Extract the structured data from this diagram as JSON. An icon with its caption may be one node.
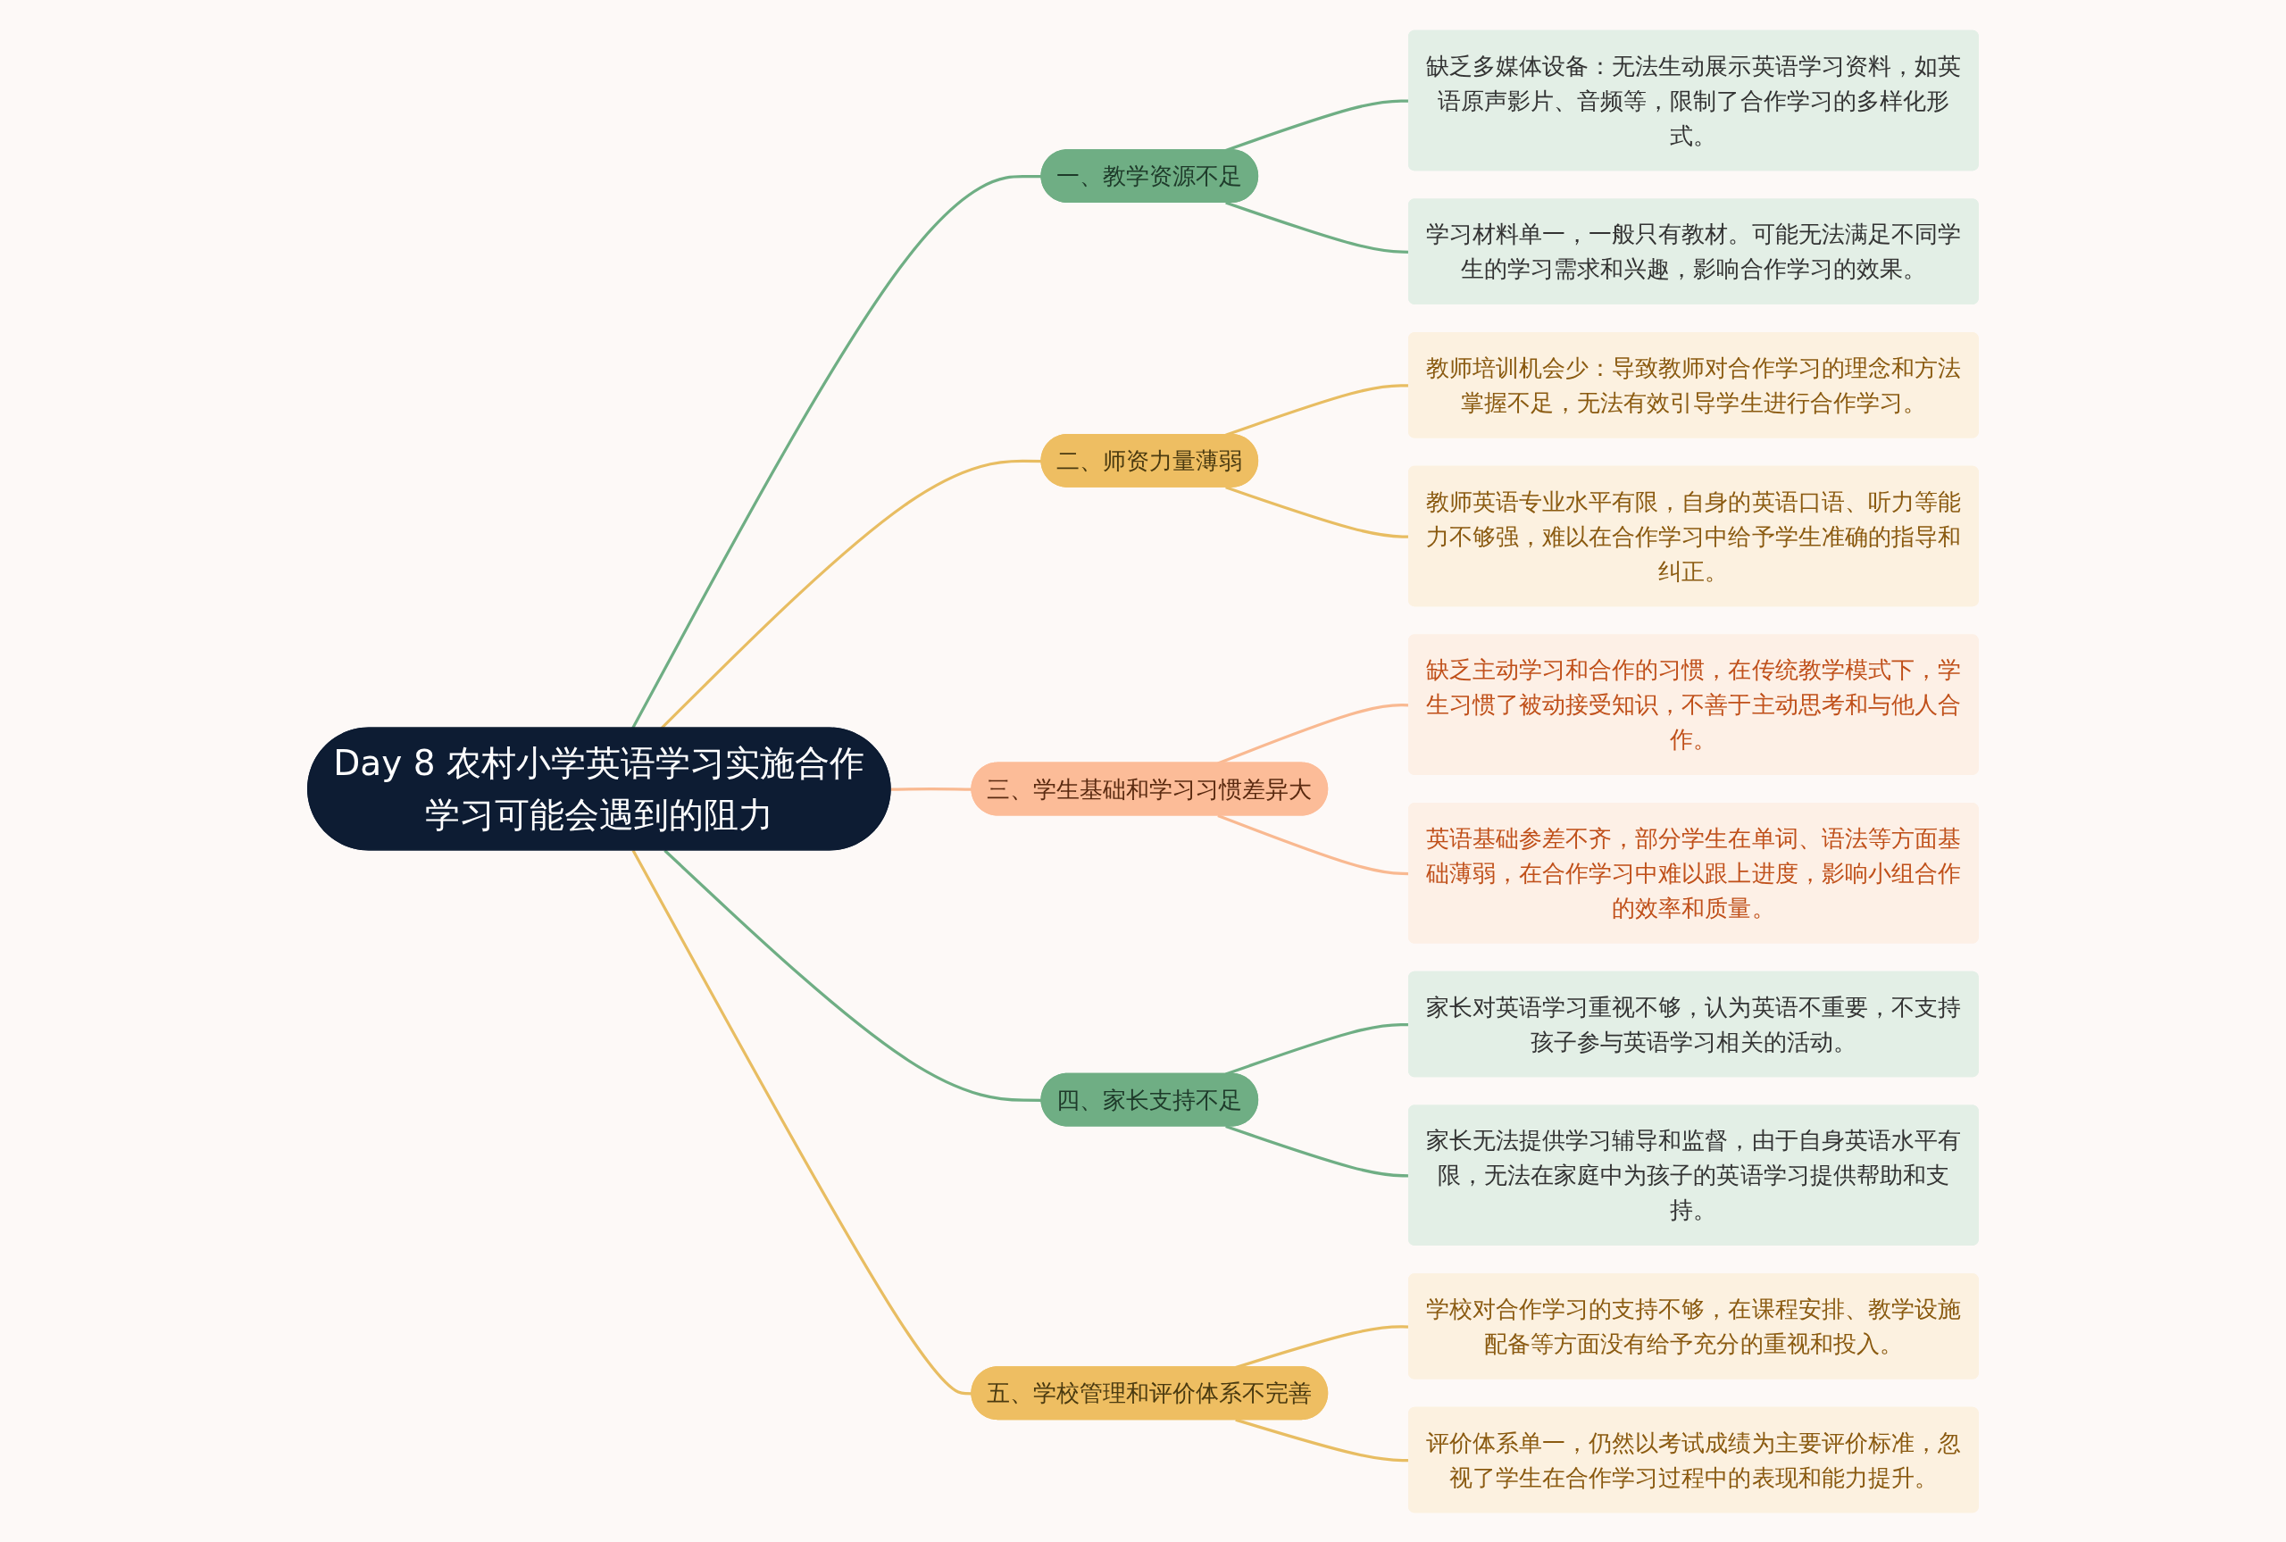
{
  "diagram": {
    "nodes": [
      {
        "text": [
          "Day 8 农村小学英语学习实施合作学习可能会遇到的阻力"
        ]
      },
      {
        "text": [
          "一、教学资源不足"
        ]
      },
      {
        "text": [
          "缺乏多媒体设备：无法生动展示英语学习资料，如英语原声影片、音频等，限制了合作学习的多样化形式。"
        ]
      },
      {
        "text": [
          "学习材料单一，一般只有教材。可能无法满足不同学生的学习需求和兴趣，影响合作学习的效果。"
        ]
      },
      {
        "text": [
          "二、师资力量薄弱"
        ]
      },
      {
        "text": [
          "教师培训机会少：导致教师对合作学习的理念和方法掌握不足，无法有效引导学生进行合作学习。"
        ]
      },
      {
        "text": [
          "教师英语专业水平有限，自身的英语口语、听力等能力不够强，难以在合作学习中给予学生准确的指导和纠正。"
        ]
      },
      {
        "text": [
          "三、学生基础和学习习惯差异大"
        ]
      },
      {
        "text": [
          "缺乏主动学习和合作的习惯，在传统教学模式下，学生习惯了被动接受知识，不善于主动思考和与他人合作。"
        ]
      },
      {
        "text": [
          "英语基础参差不齐，部分学生在单词、语法等方面基础薄弱，在合作学习中难以跟上进度，影响小组合作的效率和质量。"
        ]
      },
      {
        "text": [
          "四、家长支持不足"
        ]
      },
      {
        "text": [
          "家长对英语学习重视不够，认为英语不重要，不支持孩子参与英语学习相关的活动。"
        ]
      },
      {
        "text": [
          "家长无法提供学习辅导和监督，由于自身英语水平有限，无法在家庭中为孩子的英语学习提供帮助和支持。"
        ]
      },
      {
        "text": [
          "五、学校管理和评价体系不完善"
        ]
      },
      {
        "text": [
          "学校对合作学习的支持不够，在课程安排、教学设施配备等方面没有给予充分的重视和投入。"
        ]
      },
      {
        "text": [
          "评价体系单一，仍然以考试成绩为主要评价标准，忽视了学生在合作学习过程中的表现和能力提升。"
        ]
      }
    ],
    "edges": [
      {
        "from": 0,
        "to": 1,
        "arrow": "none",
        "color": "#6fae84"
      },
      {
        "from": 1,
        "to": 2,
        "arrow": "none",
        "color": "#6fae84"
      },
      {
        "from": 1,
        "to": 3,
        "arrow": "none",
        "color": "#6fae84"
      },
      {
        "from": 0,
        "to": 4,
        "arrow": "none",
        "color": "#e8bd62"
      },
      {
        "from": 4,
        "to": 5,
        "arrow": "none",
        "color": "#e8bd62"
      },
      {
        "from": 4,
        "to": 6,
        "arrow": "none",
        "color": "#e8bd62"
      },
      {
        "from": 0,
        "to": 7,
        "arrow": "none",
        "color": "#f9b991"
      },
      {
        "from": 7,
        "to": 8,
        "arrow": "none",
        "color": "#f9b991"
      },
      {
        "from": 7,
        "to": 9,
        "arrow": "none",
        "color": "#f9b991"
      },
      {
        "from": 0,
        "to": 10,
        "arrow": "none",
        "color": "#6fae84"
      },
      {
        "from": 10,
        "to": 11,
        "arrow": "none",
        "color": "#6fae84"
      },
      {
        "from": 10,
        "to": 12,
        "arrow": "none",
        "color": "#6fae84"
      },
      {
        "from": 0,
        "to": 13,
        "arrow": "none",
        "color": "#e8bd62"
      },
      {
        "from": 13,
        "to": 14,
        "arrow": "none",
        "color": "#e8bd62"
      },
      {
        "from": 13,
        "to": 15,
        "arrow": "none",
        "color": "#e8bd62"
      }
    ]
  }
}
